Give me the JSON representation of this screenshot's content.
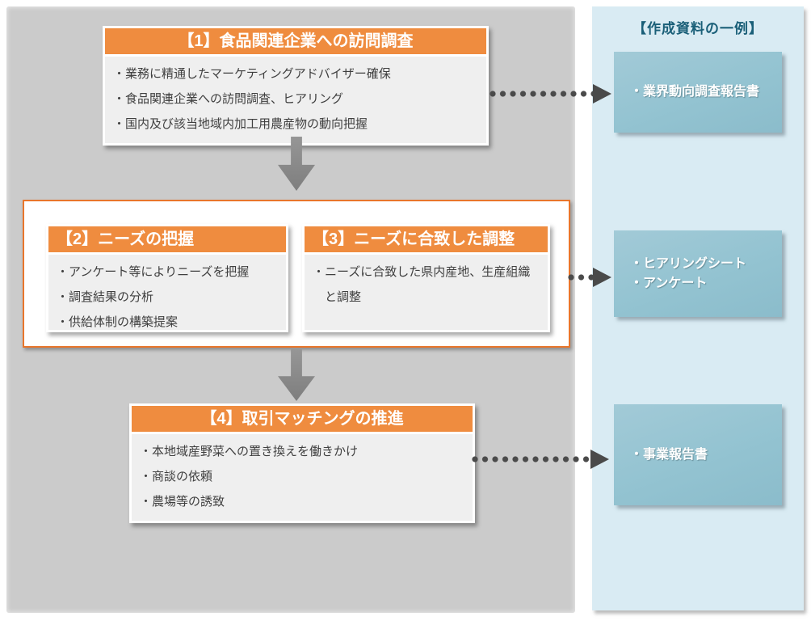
{
  "diagram": {
    "right_panel_title": "【作成資料の一例】",
    "steps": [
      {
        "title": "【1】食品関連企業への訪問調査",
        "bullets": [
          "・業務に精通したマーケティングアドバイザー確保",
          "・食品関連企業への訪問調査、ヒアリング",
          "・国内及び該当地域内加工用農産物の動向把握"
        ]
      },
      {
        "title": "【2】ニーズの把握",
        "bullets": [
          "・アンケート等によりニーズを把握",
          "・調査結果の分析",
          "・供給体制の構築提案"
        ]
      },
      {
        "title": "【3】ニーズに合致した調整",
        "bullets": [
          "・ニーズに合致した県内産地、生産組織と調整"
        ]
      },
      {
        "title": "【4】取引マッチングの推進",
        "bullets": [
          "・本地域産野菜への置き換えを働きかけ",
          "・商談の依頼",
          "・農場等の誘致"
        ]
      }
    ],
    "outputs": [
      {
        "lines": [
          "・業界動向調査報告書"
        ]
      },
      {
        "lines": [
          "・ヒアリングシート",
          "・アンケート"
        ]
      },
      {
        "lines": [
          "・事業報告書"
        ]
      }
    ],
    "colors": {
      "accent_orange": "#EF8C3F",
      "group_border_orange": "#E8762C",
      "process_panel_gray": "#CBCBCB",
      "outputs_panel_blue": "#D9EBF3",
      "output_box_blue": "#93C3D1",
      "panel_title_teal": "#1A5F78",
      "down_arrow_gray": "#8A8A8A",
      "dotted_arrow_dark": "#4A4A4A",
      "step_body_gray": "#EFEFEF",
      "body_text": "#3F3F3F"
    }
  }
}
